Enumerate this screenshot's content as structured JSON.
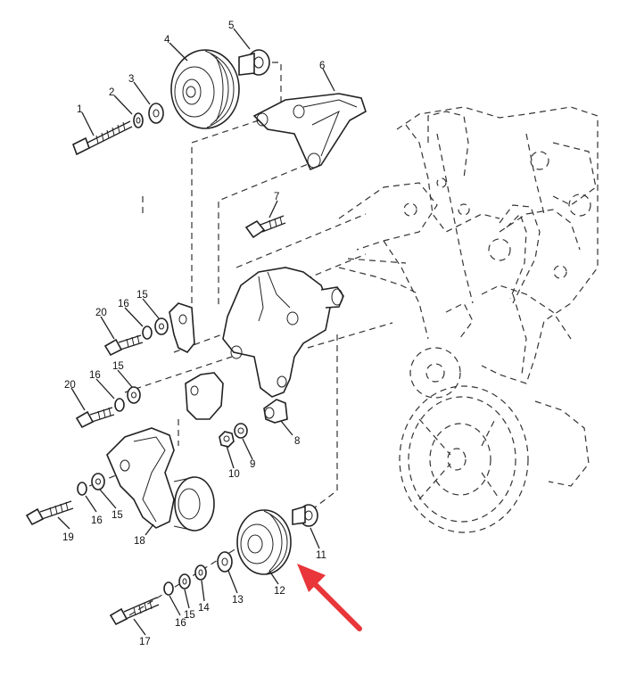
{
  "callouts": [
    {
      "id": "c1",
      "text": "1"
    },
    {
      "id": "c2",
      "text": "2"
    },
    {
      "id": "c3",
      "text": "3"
    },
    {
      "id": "c4",
      "text": "4"
    },
    {
      "id": "c5",
      "text": "5"
    },
    {
      "id": "c6",
      "text": "6"
    },
    {
      "id": "c7",
      "text": "7"
    },
    {
      "id": "c8",
      "text": "8"
    },
    {
      "id": "c9",
      "text": "9"
    },
    {
      "id": "c10",
      "text": "10"
    },
    {
      "id": "c11",
      "text": "11"
    },
    {
      "id": "c12",
      "text": "12"
    },
    {
      "id": "c13",
      "text": "13"
    },
    {
      "id": "c14",
      "text": "14"
    },
    {
      "id": "c15a",
      "text": "15"
    },
    {
      "id": "c15b",
      "text": "15"
    },
    {
      "id": "c15c",
      "text": "15"
    },
    {
      "id": "c15d",
      "text": "15"
    },
    {
      "id": "c16a",
      "text": "16"
    },
    {
      "id": "c16b",
      "text": "16"
    },
    {
      "id": "c16c",
      "text": "16"
    },
    {
      "id": "c16d",
      "text": "16"
    },
    {
      "id": "c17",
      "text": "17"
    },
    {
      "id": "c18",
      "text": "18"
    },
    {
      "id": "c19",
      "text": "19"
    },
    {
      "id": "c20a",
      "text": "20"
    },
    {
      "id": "c20b",
      "text": "20"
    }
  ],
  "highlight_color": "#e8363a",
  "icons": {
    "pointer": "arrow-pointer-icon"
  }
}
